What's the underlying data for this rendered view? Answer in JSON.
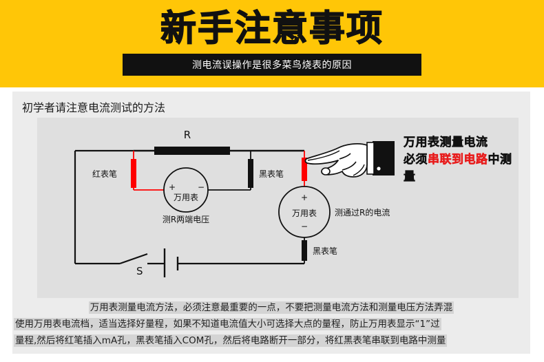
{
  "banner": {
    "title": "新手注意事项",
    "subtitle": "测电流误操作是很多菜鸟烧表的原因",
    "bg_color": "#FFC607",
    "bar_color": "#111111"
  },
  "panel": {
    "title": "初学者请注意电流测试的方法",
    "bg_color": "#ececec",
    "diagram_bg_color": "#dfdfdf"
  },
  "diagram": {
    "resistor_label": "R",
    "switch_label": "S",
    "red_probe_label": "红表笔",
    "black_probe_label_top": "黑表笔",
    "black_probe_label_bottom": "黑表笔",
    "meter_voltage_name": "万用表",
    "meter_voltage_plus": "+",
    "meter_voltage_minus": "−",
    "meter_voltage_caption": "测R两端电压",
    "meter_current_name": "万用表",
    "meter_current_plus": "+",
    "meter_current_minus": "−",
    "meter_current_caption": "测通过R的电流",
    "wire_red_color": "#ff0000",
    "wire_black_color": "#111111"
  },
  "callout": {
    "icon": "pointing-hand-icon",
    "line1": "万用表测量电流",
    "line2_pre": "必须",
    "line2_highlight": "串联到电路",
    "line2_post": "中测量",
    "highlight_color": "#e81c1c"
  },
  "notes": {
    "line1": "万用表测量电流方法，必须注意最重要的一点，不要把测量电流方法和测量电压方法弄混",
    "line2": "使用万用表电流档，适当选择好量程，如果不知道电流值大小可选择大点的量程，防止万用表显示“1”过",
    "line3": "量程,然后将红笔插入mA孔，黑表笔插入COM孔，然后将电路断开一部分，将红黑表笔串联到电路中测量",
    "highlight_bg": "#d4d4d4"
  }
}
